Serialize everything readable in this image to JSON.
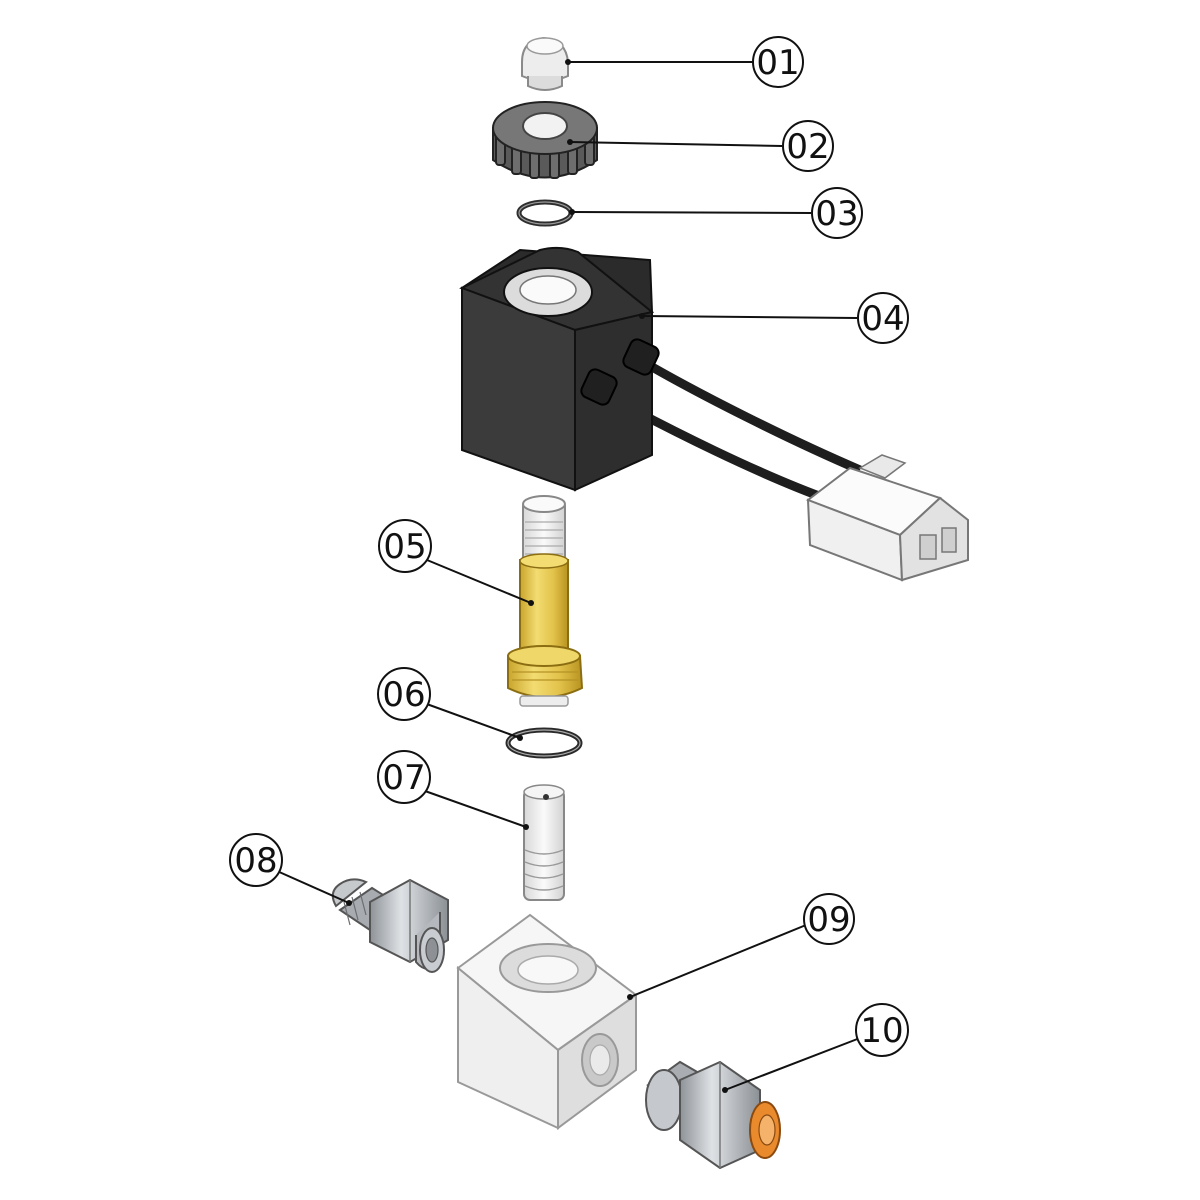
{
  "diagram": {
    "type": "exploded-parts-view",
    "callouts": [
      {
        "id": "c01",
        "label": "01",
        "part": "cap"
      },
      {
        "id": "c02",
        "label": "02",
        "part": "knurled-nut"
      },
      {
        "id": "c03",
        "label": "03",
        "part": "o-ring-small"
      },
      {
        "id": "c04",
        "label": "04",
        "part": "solenoid-coil"
      },
      {
        "id": "c05",
        "label": "05",
        "part": "armature-tube"
      },
      {
        "id": "c06",
        "label": "06",
        "part": "o-ring-large"
      },
      {
        "id": "c07",
        "label": "07",
        "part": "plunger"
      },
      {
        "id": "c08",
        "label": "08",
        "part": "threaded-fitting"
      },
      {
        "id": "c09",
        "label": "09",
        "part": "valve-body"
      },
      {
        "id": "c10",
        "label": "10",
        "part": "push-fitting"
      }
    ],
    "colors": {
      "coil": "#3c3c3c",
      "brass": "#e6c84a",
      "steel": "#b9bcc0",
      "white": "#f4f4f4",
      "orange": "#e98a2d",
      "line": "#111111"
    }
  }
}
